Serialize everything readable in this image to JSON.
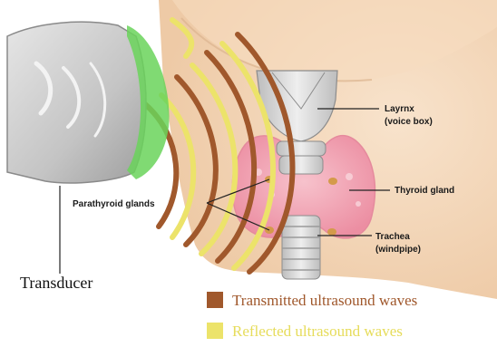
{
  "labels": {
    "larynx_line1": "Layrnx",
    "larynx_line2": "(voice box)",
    "thyroid": "Thyroid gland",
    "parathyroid": "Parathyroid glands",
    "trachea_line1": "Trachea",
    "trachea_line2": "(windpipe)",
    "transducer": "Transducer"
  },
  "legend": {
    "transmitted": {
      "label": "Transmitted ultrasound waves",
      "color": "#a0582c"
    },
    "reflected": {
      "label": "Reflected ultrasound waves",
      "color": "#ece36a"
    }
  },
  "colors": {
    "skin": "#f4d7b8",
    "thyroid": "#f2a6b4",
    "cartilage": "#d9d9d9",
    "transducer_body": "#c9c9c9",
    "transducer_tip": "#6ad35a"
  }
}
